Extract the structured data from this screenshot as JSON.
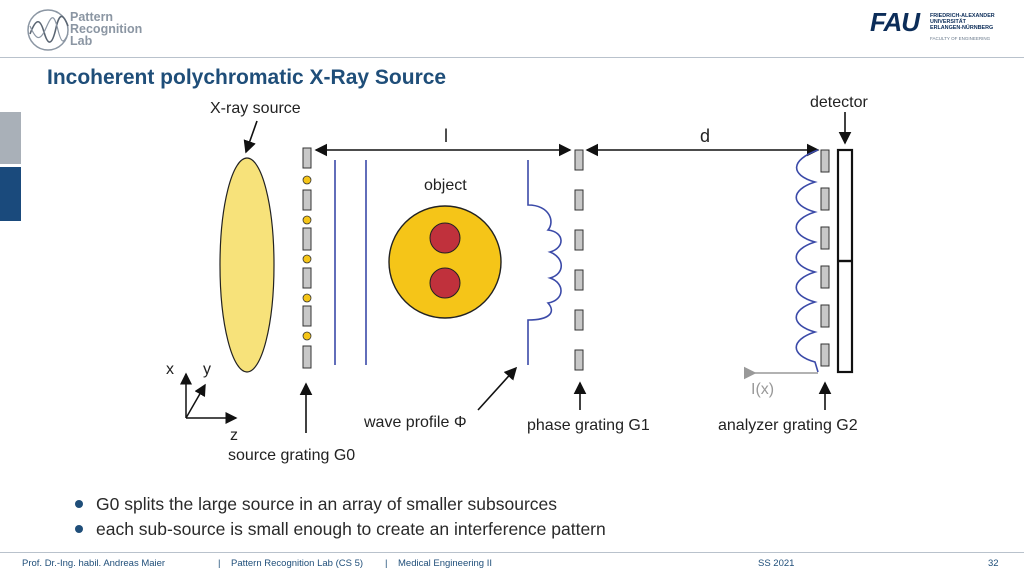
{
  "header": {
    "lab_logo_lines": [
      "Pattern",
      "Recognition",
      "Lab"
    ],
    "fau_mark": "FAU",
    "fau_lines": [
      "FRIEDRICH-ALEXANDER",
      "UNIVERSITÄT",
      "ERLANGEN-NÜRNBERG"
    ],
    "fau_faculty": "FACULTY OF ENGINEERING"
  },
  "title": "Incoherent polychromatic X-Ray Source",
  "diagram": {
    "label_xray_source": "X-ray source",
    "label_detector": "detector",
    "label_l": "l",
    "label_d": "d",
    "label_object": "object",
    "label_wave_profile": "wave profile Φ",
    "label_phase_grating": "phase grating G1",
    "label_analyzer_grating": "analyzer grating G2",
    "label_source_grating": "source grating G0",
    "label_intensity": "I(x)",
    "axis_x": "x",
    "axis_y": "y",
    "axis_z": "z"
  },
  "bullets": [
    "G0 splits the large source in an array of smaller subsources",
    "each sub-source is small enough to create an interference pattern"
  ],
  "footer": {
    "author": "Prof. Dr.-Ing. habil. Andreas Maier",
    "sep1": "|",
    "lab": "Pattern Recognition Lab (CS 5)",
    "sep2": "|",
    "course": "Medical Engineering II",
    "semester": "SS 2021",
    "page": "32"
  },
  "colors": {
    "title": "#1f4e79",
    "source_fill": "#f7e27a",
    "object_fill": "#f5c518",
    "object_inner": "#c0313c",
    "wave": "#3b4aa8"
  }
}
